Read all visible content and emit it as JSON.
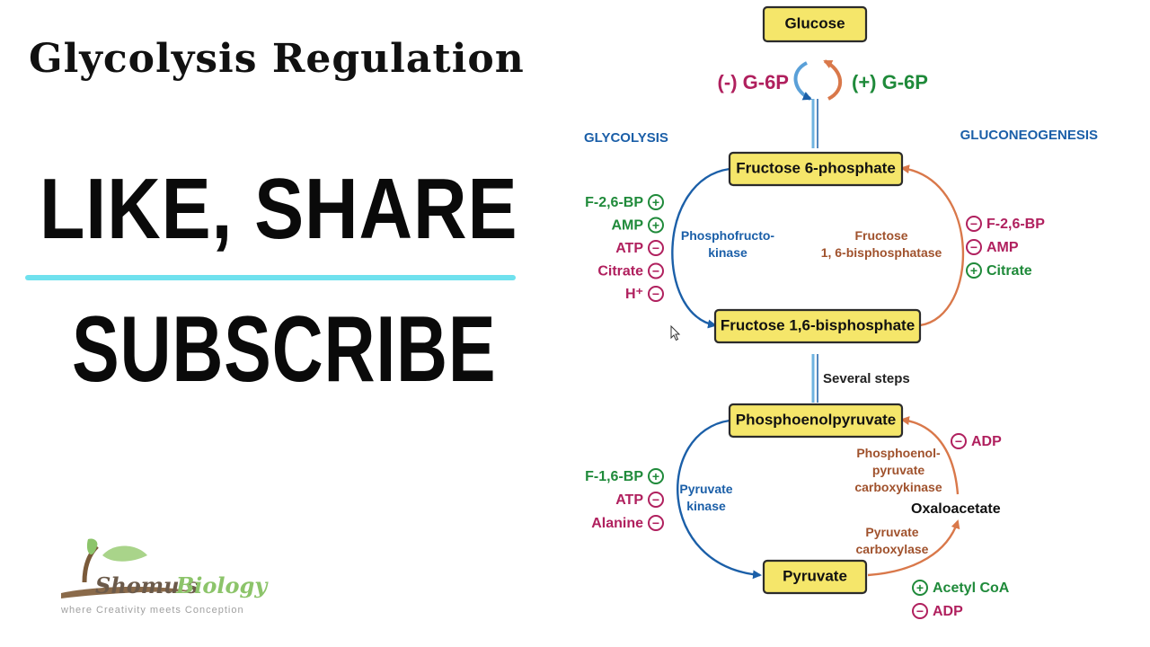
{
  "page": {
    "title": "Glycolysis Regulation",
    "cta_line1": "LIKE, SHARE",
    "cta_line2": "SUBSCRIBE"
  },
  "logo": {
    "brand_a": "Shomu's",
    "brand_b": "Biology",
    "tagline": "where Creativity meets Conception",
    "icon": "sprout-icon"
  },
  "colors": {
    "box_fill": "#f5e66a",
    "glycolysis_blue": "#1b5fa8",
    "gluconeo_orange": "#d9784a",
    "activator_green": "#1f8a3a",
    "inhibitor_magenta": "#b0205e",
    "divider_cyan": "#6fe1ee"
  },
  "diagram": {
    "header_left": "GLYCOLYSIS",
    "header_right": "GLUCONEOGENESIS",
    "nodes": {
      "glucose": "Glucose",
      "f6p": "Fructose 6-phosphate",
      "f16bp": "Fructose 1,6-bisphosphate",
      "pep": "Phosphoenolpyruvate",
      "pyruvate": "Pyruvate",
      "oxaloacetate": "Oxaloacetate"
    },
    "g6p_inhibit": "(-) G-6P",
    "g6p_activate": "(+) G-6P",
    "several_steps": "Several steps",
    "enzymes": {
      "pfk_1": "Phosphofructo-",
      "pfk_2": "kinase",
      "fbpase_1": "Fructose",
      "fbpase_2": "1, 6-bisphosphatase",
      "pk_1": "Pyruvate",
      "pk_2": "kinase",
      "pepck_1": "Phosphoenol-",
      "pepck_2": "pyruvate",
      "pepck_3": "carboxykinase",
      "pc_1": "Pyruvate",
      "pc_2": "carboxylase"
    },
    "pfk_regulators": [
      {
        "label": "F-2,6-BP",
        "sign": "+"
      },
      {
        "label": "AMP",
        "sign": "+"
      },
      {
        "label": "ATP",
        "sign": "−"
      },
      {
        "label": "Citrate",
        "sign": "−"
      },
      {
        "label": "H⁺",
        "sign": "−"
      }
    ],
    "fbpase_regulators": [
      {
        "label": "F-2,6-BP",
        "sign": "−"
      },
      {
        "label": "AMP",
        "sign": "−"
      },
      {
        "label": "Citrate",
        "sign": "+"
      }
    ],
    "pk_regulators": [
      {
        "label": "F-1,6-BP",
        "sign": "+"
      },
      {
        "label": "ATP",
        "sign": "−"
      },
      {
        "label": "Alanine",
        "sign": "−"
      }
    ],
    "pepck_regulators": [
      {
        "label": "ADP",
        "sign": "−"
      }
    ],
    "pc_regulators": [
      {
        "label": "Acetyl CoA",
        "sign": "+"
      },
      {
        "label": "ADP",
        "sign": "−"
      }
    ]
  }
}
